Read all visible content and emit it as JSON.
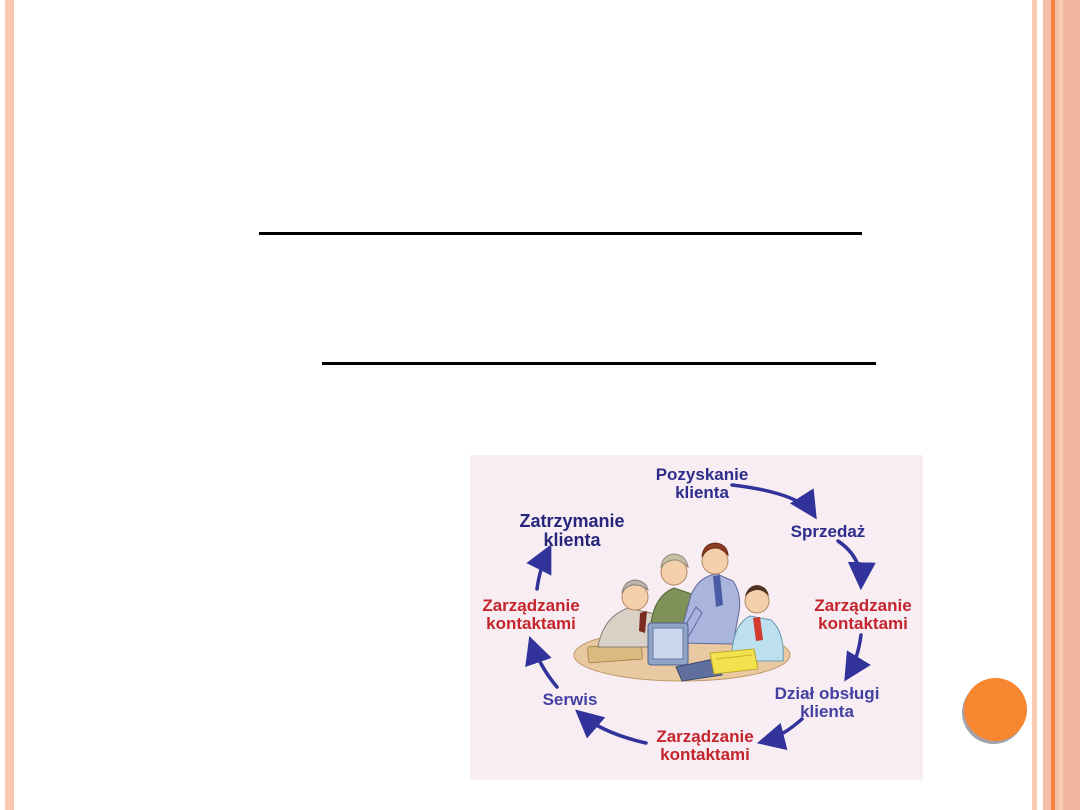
{
  "slide": {
    "background": "#FFFFFF",
    "rules": {
      "color": "#000000",
      "count": 2,
      "description": "two horizontal heading underlines with no visible text"
    },
    "decor": {
      "left_stripe_color": "#FBC7AE",
      "right_stripe_thin_color": "#FBC9B1",
      "right_band_color": "#F4BFA7",
      "right_band_accent_color": "#F6813C",
      "right_band_light_color": "#F8C9B3",
      "right_band_outer_color": "#EFB5A0",
      "page_circle_color": "#F6862F",
      "page_circle_shadow_color": "#A2A2AA"
    }
  },
  "diagram": {
    "name": "customer-relationship-cycle",
    "background": "#F8EDF3",
    "arrow_color": "#32329B",
    "clipart": "team-collaborating-around-laptop",
    "text_colors": {
      "navy": "#2D2D8C",
      "indigo": "#4342A2",
      "red": "#C4252C"
    },
    "labels": [
      {
        "id": "pozyskanie-klienta",
        "lines": [
          "Pozyskanie",
          "klienta"
        ],
        "color": "navy"
      },
      {
        "id": "sprzedaz",
        "lines": [
          "Sprzedaż"
        ],
        "color": "navy"
      },
      {
        "id": "zarzadzanie-kontaktami-right",
        "lines": [
          "Zarządzanie",
          "kontaktami"
        ],
        "color": "red"
      },
      {
        "id": "dzial-obslugi-klienta",
        "lines": [
          "Dział obsługi",
          "klienta"
        ],
        "color": "indigo"
      },
      {
        "id": "zarzadzanie-kontaktami-bottom",
        "lines": [
          "Zarządzanie",
          "kontaktami"
        ],
        "color": "red"
      },
      {
        "id": "serwis",
        "lines": [
          "Serwis"
        ],
        "color": "indigo"
      },
      {
        "id": "zarzadzanie-kontaktami-left",
        "lines": [
          "Zarządzanie",
          "kontaktami"
        ],
        "color": "red"
      },
      {
        "id": "zatrzymanie-klienta",
        "lines": [
          "Zatrzymanie",
          "klienta"
        ],
        "color": "navy",
        "emphasis": "bold"
      }
    ]
  }
}
